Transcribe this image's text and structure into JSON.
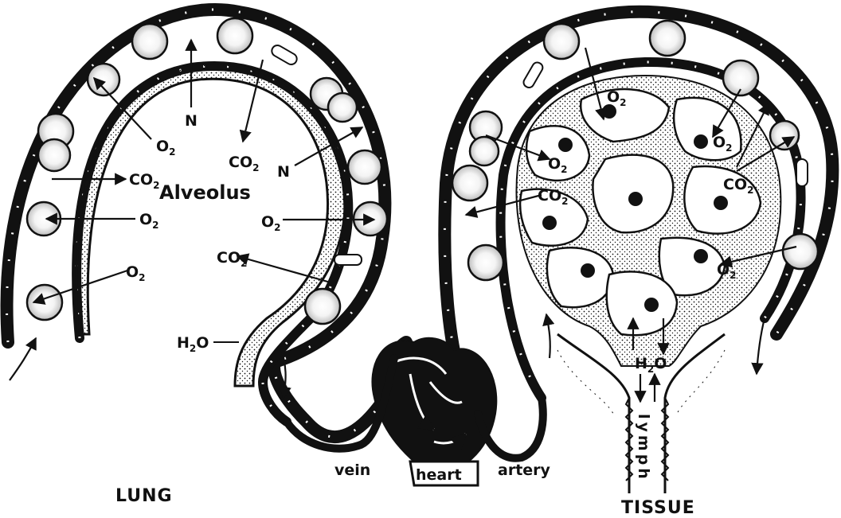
{
  "labels": {
    "alveolus": "Alveolus",
    "lung": "LUNG",
    "tissue": "TISSUE",
    "vein": "vein",
    "heart": "heart",
    "artery": "artery",
    "lymph": "lymph",
    "n": "N",
    "o": "O",
    "co": "CO",
    "h": "H",
    "two": "2"
  }
}
